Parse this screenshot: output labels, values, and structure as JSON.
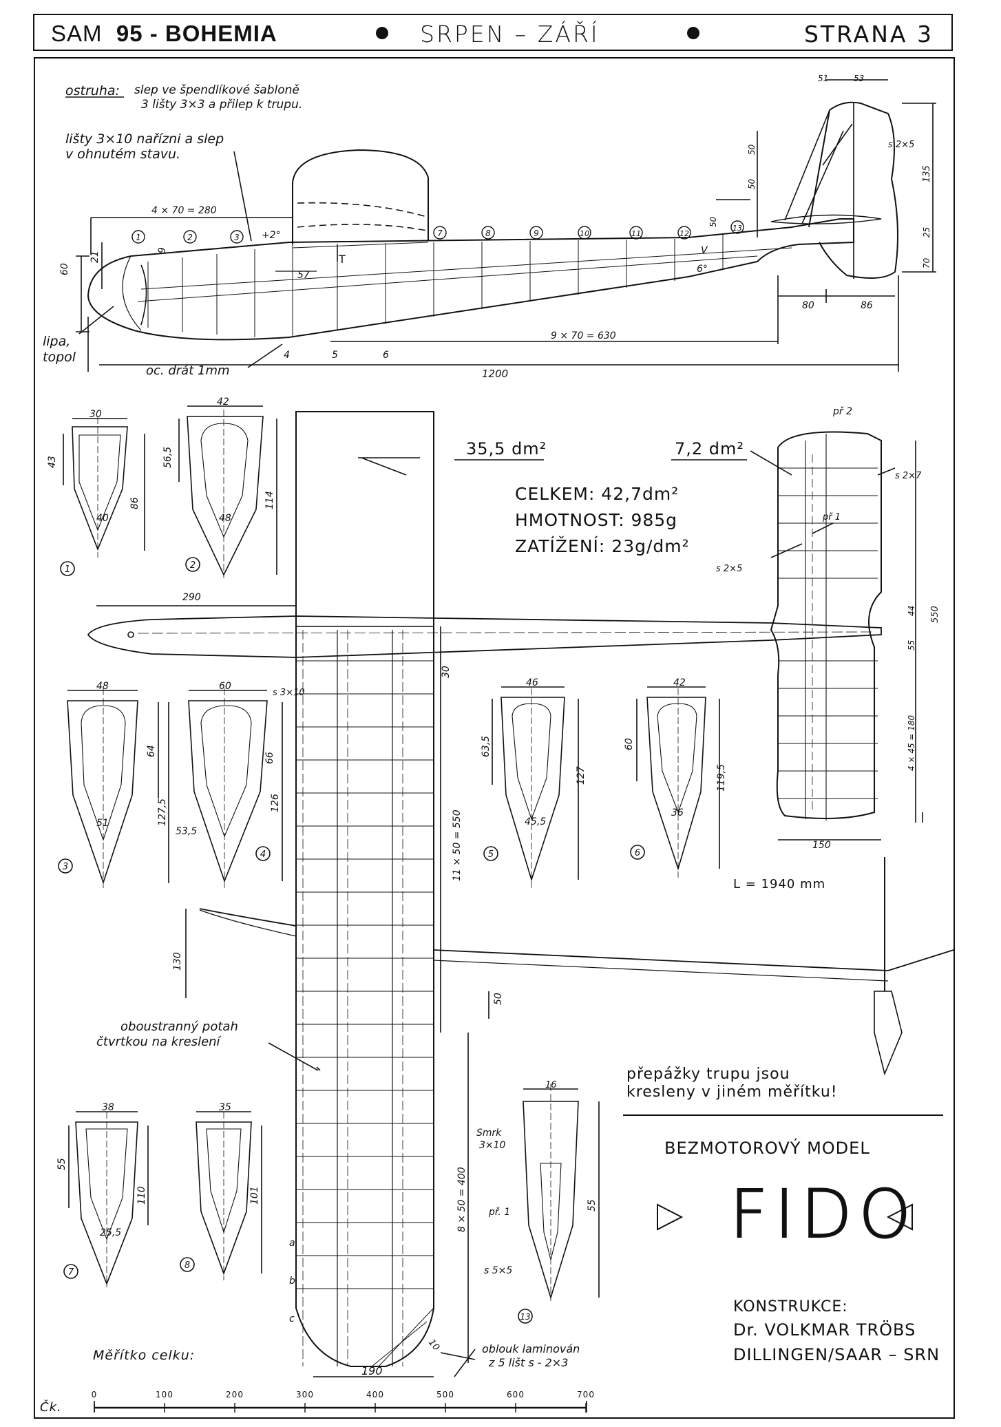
{
  "header": {
    "magazine": "SAM",
    "issue_no": "95 - BOHEMIA",
    "issue_months": "SRPEN – ZÁŘÍ",
    "page": "STRANA  3"
  },
  "notes": {
    "ostruha_label": "ostruha:",
    "ostruha_text_1": "slep ve špendlíkové šabloně",
    "ostruha_text_2": "3 lišty  3×3  a  přilep  k  trupu.",
    "listy_1": "lišty  3×10  nařízni  a  slep",
    "listy_2": "v  ohnutém  stavu.",
    "lipa": "lipa,",
    "topol": "topol",
    "ocel_drat": "oc. drát  1mm",
    "oboustranny_1": "oboustranný  potah",
    "oboustranny_2": "čtvrtkou  na  kreslení",
    "oblouk_1": "oblouk  laminován",
    "oblouk_2": "z  5 lišt  s - 2×3",
    "prepazky_1": "přepážky  trupu  jsou",
    "prepazky_2": "kresleny  v  jiném  měřítku!"
  },
  "specs": {
    "wing_area": "35,5 dm²",
    "tail_area": "7,2 dm²",
    "total": "CELKEM: 42,7dm²",
    "mass": "HMOTNOST: 985g",
    "loading": "ZATÍŽENÍ: 23g/dm²",
    "span": "L = 1940 mm"
  },
  "title_block": {
    "model_type": "BEZMOTOROVÝ   MODEL",
    "model_name": "FIDO",
    "konstrukce": "KONSTRUKCE:",
    "designer": "Dr. VOLKMAR  TRÖBS",
    "location": "DILLINGEN/SAAR – SRN"
  },
  "scale_bar": {
    "label": "Měřítko  celku:",
    "ticks": [
      "0",
      "100",
      "200",
      "300",
      "400",
      "500",
      "600",
      "700"
    ],
    "initials": "Čk."
  },
  "side_view": {
    "dims": {
      "d_4x70": "4 × 70 = 280",
      "d_9x70": "9 × 70 = 630",
      "d_1200": "1200",
      "d_60": "60",
      "d_21": "21",
      "d_9": "9",
      "d_57": "57",
      "d_2deg": "+2°",
      "d_6deg": "6°",
      "d_v": "V",
      "d_T": "T",
      "d_80": "80",
      "d_86": "86",
      "d_51": "51",
      "d_53": "53",
      "d_50a": "50",
      "d_50b": "50",
      "d_50c": "50",
      "d_135": "135",
      "d_25": "25",
      "d_70": "70",
      "d_s25": "s 2×5",
      "sec_4": "4",
      "sec_5": "5",
      "sec_6": "6"
    },
    "frames": [
      "1",
      "2",
      "3",
      "7",
      "8",
      "9",
      "10",
      "11",
      "12",
      "13"
    ]
  },
  "sections": [
    {
      "no": "1",
      "w": "30",
      "h": "43",
      "h2": "86",
      "b": "40"
    },
    {
      "no": "2",
      "w": "42",
      "h": "56,5",
      "h2": "114",
      "b": "48"
    },
    {
      "no": "3",
      "w": "48",
      "h": "64",
      "h2": "127,5",
      "b": "51"
    },
    {
      "no": "4",
      "w": "60",
      "h": "66",
      "h2": "126",
      "b": "53,5",
      "s": "s 3×10"
    },
    {
      "no": "5",
      "w": "46",
      "h": "63,5",
      "h2": "127",
      "b": "45,5"
    },
    {
      "no": "6",
      "w": "42",
      "h": "60",
      "h2": "119,5",
      "b": "36"
    },
    {
      "no": "7",
      "w": "38",
      "h": "55",
      "h2": "110",
      "b": "25,5"
    },
    {
      "no": "8",
      "w": "35",
      "h2": "101"
    },
    {
      "no": "13",
      "w": "16",
      "h2": "55"
    }
  ],
  "section13": {
    "smrk_1": "Smrk",
    "smrk_2": "3×10",
    "pr1": "př. 1",
    "s55": "s 5×5"
  },
  "plan_view": {
    "d_290": "290",
    "d_30": "30",
    "d_11x50": "11 × 50 = 550",
    "d_8x50": "8 × 50 = 400",
    "d_190": "190",
    "d_10": "10",
    "rib_a": "a",
    "rib_b": "b",
    "rib_c": "c",
    "d_130": "130",
    "d_50": "50"
  },
  "tail_plan": {
    "pr2": "př 2",
    "pr1": "př 1",
    "s27": "s 2×7",
    "s25": "s 2×5",
    "d_550": "550",
    "d_44": "44",
    "d_55": "55",
    "d_4x45": "4 × 45 = 180",
    "d_150": "150"
  }
}
